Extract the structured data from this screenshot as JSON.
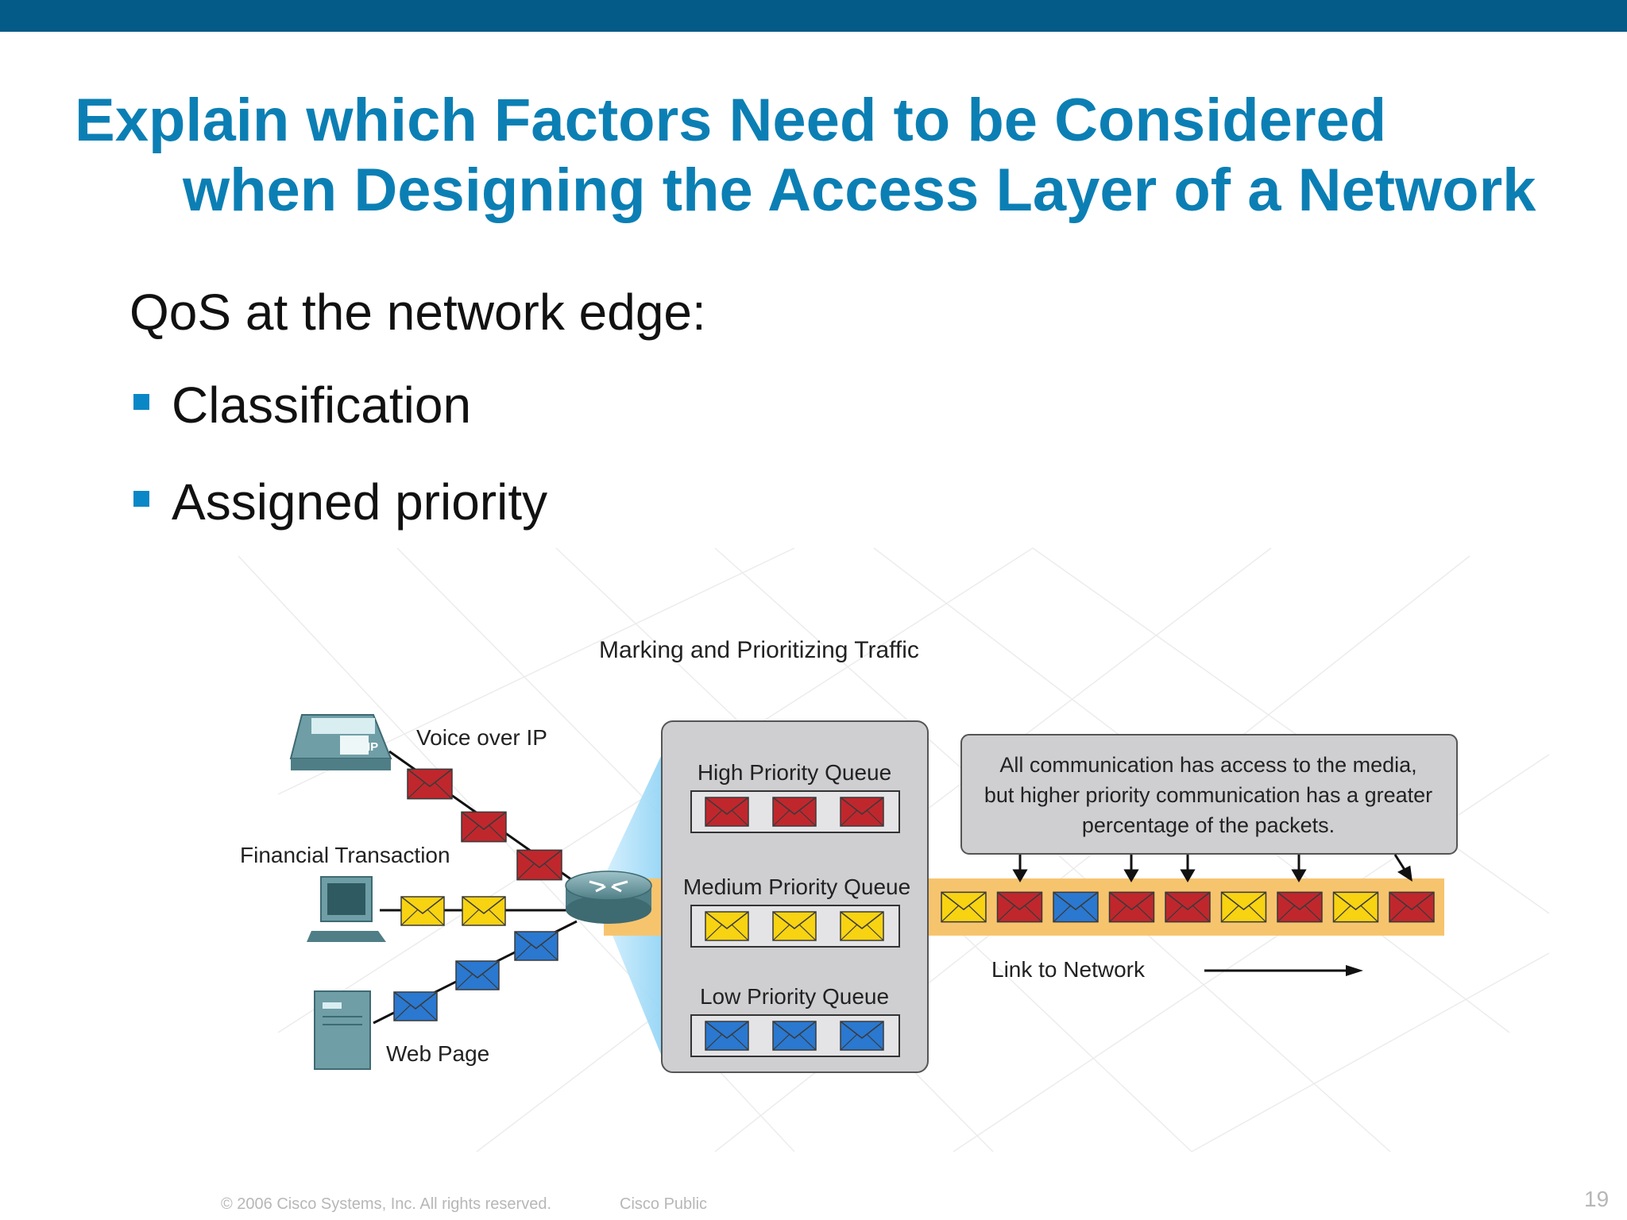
{
  "slide": {
    "title_line1": "Explain which Factors Need to be Considered",
    "title_line2": "when Designing the Access Layer of a Network",
    "intro": "QoS  at the network edge:",
    "bullets": [
      "Classification",
      "Assigned priority"
    ]
  },
  "diagram": {
    "title": "Marking and Prioritizing Traffic",
    "sources": {
      "voip": "Voice over IP",
      "financial": "Financial Transaction",
      "web": "Web Page",
      "phone_badge": "IP"
    },
    "queues": {
      "high": "High Priority Queue",
      "medium": "Medium Priority Queue",
      "low": "Low Priority Queue"
    },
    "note": [
      "All communication has access to the media,",
      "but higher priority communication has a greater",
      "percentage of the packets."
    ],
    "link_label": "Link to Network",
    "link_packets": [
      "yellow",
      "red",
      "blue",
      "red",
      "red",
      "yellow",
      "red",
      "yellow",
      "red"
    ]
  },
  "colors": {
    "brand_bar": "#045b87",
    "title": "#0b7fb4",
    "bullet": "#0a87c6",
    "packet_red": "#c0272d",
    "packet_yellow": "#f7d312",
    "packet_blue": "#2a78d0",
    "link_band": "#f7c46e"
  },
  "footer": {
    "copyright": "© 2006 Cisco Systems, Inc. All rights reserved.",
    "classification": "Cisco Public",
    "page": "19"
  }
}
